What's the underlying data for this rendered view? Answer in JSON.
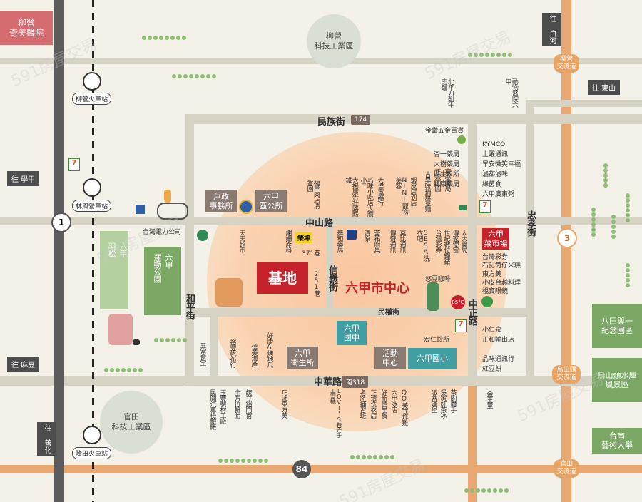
{
  "hospital": "柳營\n奇美醫院",
  "science_parks": {
    "top": "柳營\n科技工業區",
    "bottom": "官田\n科技工業區"
  },
  "stations": {
    "liuying": "柳營火車站",
    "linfengying": "林鳳營車站",
    "longtian": "隆田火車站"
  },
  "direction_signs": {
    "baihe": "往 白河",
    "dongshan": "往 東山",
    "xuejia": "往 學甲",
    "madou": "往 麻豆",
    "shanhua": "往 善化"
  },
  "interchanges": {
    "liuying": "柳營\n交流道",
    "wushantou": "烏山頭\n交流道",
    "guantian": "官田\n交流道"
  },
  "highway_shields": {
    "h1": "1",
    "h3": "3",
    "h84": "84"
  },
  "roads": {
    "minzu": "民族街",
    "minzu_no": "174",
    "zhongshan": "中山路",
    "zhonghua": "中華路",
    "zhonghua_no": "南318",
    "minquan": "民權街",
    "heping": "和平街",
    "xinyi": "信義街",
    "zhongzheng": "中正路",
    "zhongxiao": "忠孝街",
    "lane_371": "371巷",
    "lane_251": "251巷"
  },
  "center": {
    "site": "基地",
    "title": "六甲市中心"
  },
  "facilities": {
    "household": "戶政\n事務所",
    "district": "六甲\n區公所",
    "market": "六甲\n菜市場",
    "badminton": "六甲\n羽松",
    "sports_park": "六甲\n運動公園",
    "health": "六甲\n衛生所",
    "activity": "活動\n中心",
    "junior_high": "六甲\n國中",
    "elementary": "六甲國小",
    "badajiu": "八田與一\n紀念園區",
    "wushantou": "烏山頭水庫\n風景區",
    "tnua": "台南\n藝術大學"
  },
  "power": "台灣電力公司",
  "shops_top": [
    "北平刀削牛肉麵",
    "動物醫院六甲"
  ],
  "shops_north": [
    "福羊肉店清香園",
    "大揚廣告社路駱鐵",
    "巧味小吃店大膽小二",
    "大偉電器行",
    "NINI寵物美容",
    "蝦皮店到店",
    "古早味鍋燒意麵",
    "正宗肉圓",
    "東泰藥局"
  ],
  "shops_middle": [
    "天天超市",
    "謝姍產科",
    "泰和藥局",
    "清原",
    "荃祐廚具",
    "傳奇通訊",
    "莫比通訊",
    "SESA洗衣吧",
    "台灣彩券",
    "世紀數位鐘錶",
    "傳家便當",
    "人大藥局"
  ],
  "shops_south_left": [
    "五常食堂",
    "民圓汽車檢驗廠",
    "玉豐製材工廠",
    "全方位輪胎",
    "統立鋁門窗",
    "裕豐帆布行",
    "信美海產",
    "好康A烤地瓜"
  ],
  "shops_south_right": [
    "巧沛東方美",
    "LOVI'S巷弄手工雪糕",
    "名將補習班",
    "正清洗衣店",
    "好新情早餐",
    "六甲冰店",
    "QQ美式炸雞",
    "派蒂漢堡",
    "吳家紅茶冰",
    "茶的魔手"
  ],
  "shops_jinyu": "金玉堂",
  "list_east_top": [
    "金鑽五金百貨",
    "杏一藥局",
    "大樹藥局",
    "民生診所",
    "民康藥局"
  ],
  "list_east_right": [
    "KYMCO",
    "上躍通訊",
    "早安微笑幸福",
    "滷都滷味",
    "綠茵食",
    "六甲廣東粥"
  ],
  "list_market": [
    "台灣彩券",
    "石記筒仔米糕",
    "東方美",
    "小皮台越料理",
    "視寶眼鏡"
  ],
  "youdou": "悠豆咖啡",
  "list_south_east": [
    "小仁泉",
    "正和輸出店"
  ],
  "hongren": "宏仁診所",
  "list_far_south": [
    "品味通訊行",
    "紅豆餅"
  ],
  "brand_tags": {
    "yk": "樂坤",
    "degree": "85°C"
  },
  "watermark": "591房屋交易"
}
